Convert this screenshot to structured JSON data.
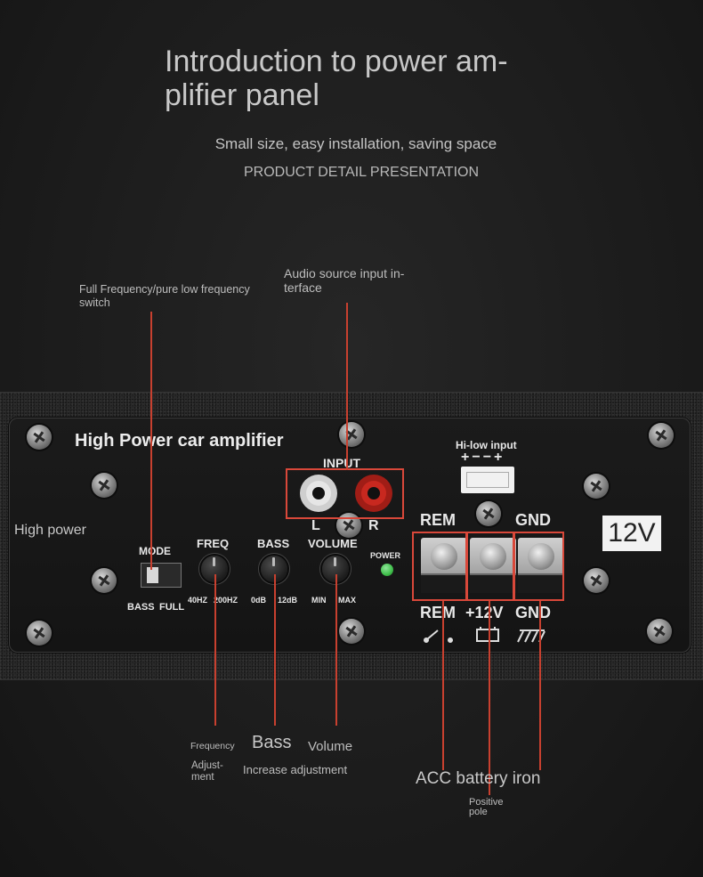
{
  "header": {
    "title": "Introduction to power am-\nplifier panel",
    "title_line1": "Introduction to power am-",
    "title_line2": "plifier panel",
    "subtitle": "Small size, easy installation, saving space",
    "detail": "PRODUCT DETAIL PRESENTATION"
  },
  "annotations": {
    "mode_switch": {
      "line1": "Full Frequency/pure low frequency",
      "line2": "switch"
    },
    "input": {
      "line1": "Audio source input in-",
      "line2": "terface"
    },
    "high_power": "High power",
    "frequency": "Frequency",
    "adjustment_line1": "Adjust-",
    "adjustment_line2": "ment",
    "bass": "Bass",
    "volume": "Volume",
    "increase": "Increase adjustment",
    "acc": "ACC battery iron",
    "positive_line1": "Positive",
    "positive_line2": "pole"
  },
  "panel": {
    "brand": "High Power car amplifier",
    "input_label": "INPUT",
    "left": "L",
    "right": "R",
    "hilow": "Hi-low input",
    "hilow_pins": "+−−+",
    "mode": "MODE",
    "mode_bass": "BASS",
    "mode_full": "FULL",
    "freq": "FREQ",
    "freq_min": "40HZ",
    "freq_max": "200HZ",
    "bass": "BASS",
    "bass_min": "0dB",
    "bass_max": "12dB",
    "volume": "VOLUME",
    "vol_min": "MIN",
    "vol_max": "MAX",
    "power": "POWER",
    "rem_top": "REM",
    "gnd_top": "GND",
    "rem_bottom": "REM",
    "v12_bottom": "+12V",
    "gnd_bottom": "GND",
    "voltage_badge": "12V"
  },
  "colors": {
    "highlight": "#d9483a",
    "power_led": "#3fbf4a",
    "rca_red": "#c8281f",
    "rca_white": "#e6e6e6"
  }
}
